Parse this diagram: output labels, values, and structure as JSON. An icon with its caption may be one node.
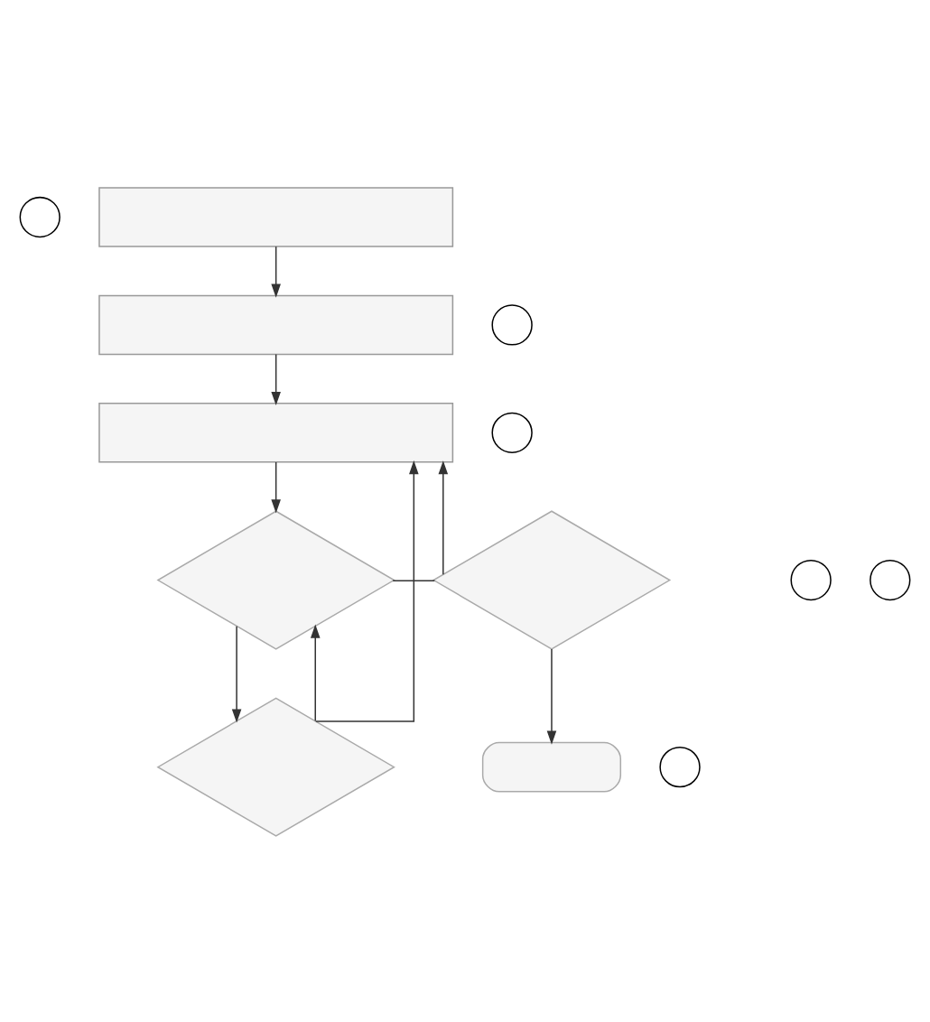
{
  "diagram": {
    "nodes": [
      {
        "text": [],
        "shape": "circle"
      },
      {
        "text": [],
        "shape": "box"
      },
      {
        "text": [],
        "shape": "circle"
      },
      {
        "text": [],
        "shape": "box"
      },
      {
        "text": [],
        "shape": "circle"
      },
      {
        "text": [],
        "shape": "box"
      },
      {
        "text": [],
        "shape": "diamond"
      },
      {
        "text": [],
        "shape": "circle"
      },
      {
        "text": [],
        "shape": "circle"
      },
      {
        "text": [],
        "shape": "diamond"
      },
      {
        "text": [],
        "shape": "pill"
      },
      {
        "text": [],
        "shape": "circle"
      },
      {
        "text": [],
        "shape": "diamond"
      }
    ],
    "edges": [
      {
        "from": 1,
        "to": 3,
        "arrow": "to"
      },
      {
        "from": 3,
        "to": 5,
        "arrow": "to"
      },
      {
        "from": 5,
        "to": 6,
        "arrow": "to"
      },
      {
        "from": 6,
        "to": 9,
        "arrow": "none"
      },
      {
        "from": 9,
        "to": 5,
        "arrow": "to"
      },
      {
        "from": 9,
        "to": 10,
        "arrow": "to"
      },
      {
        "from": 6,
        "to": 12,
        "arrow": "to"
      },
      {
        "from": 12,
        "to": 6,
        "arrow": "to"
      },
      {
        "from": 12,
        "to": 5,
        "arrow": "to"
      }
    ]
  }
}
